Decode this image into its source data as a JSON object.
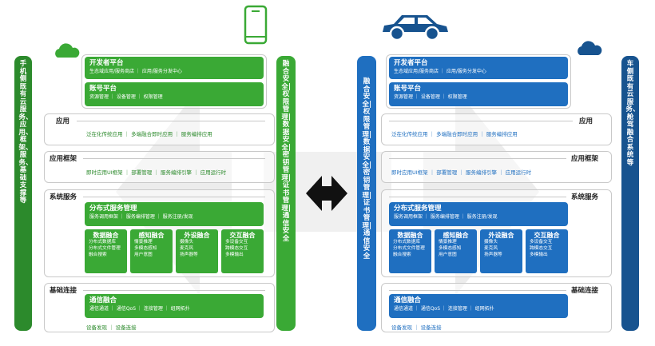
{
  "colors": {
    "green": "#3aa935",
    "blue": "#1f6fc0",
    "dark_green": "#2c8a2c",
    "dark_blue": "#17538f"
  },
  "left": {
    "side_label": "手机侧 既有云服务、应用、框架、服务、基础支撑等",
    "security_bar": "融合安全|权限管理|数据安全|密钥管理|证书管理|通信安全",
    "developer": {
      "title": "开发者平台",
      "sub": "生态域应用/服务商店 ｜ 应用/服务分发中心"
    },
    "account": {
      "title": "账号平台",
      "sub": "资源管理 ｜ 设备管理 ｜ 权限管理"
    },
    "app_title": "应用",
    "app_items": "泛在化传统应用 ｜ 多端融合即时应用 ｜ 服务编排应用",
    "framework_title": "应用框架",
    "framework_items": "即时应用UI框架 ｜ 部署管理 ｜ 服务编排引擎 ｜ 应用运行时",
    "system_title": "系统服务",
    "dist": {
      "title": "分布式服务管理",
      "sub": "服务调用框架 ｜ 服务编排管理 ｜ 服务注册/发现"
    },
    "subs": [
      {
        "title": "数据融合",
        "l1": "分布式数据库",
        "l2": "分布式文件管理",
        "l3": "融合搜索"
      },
      {
        "title": "感知融合",
        "l1": "情景推理",
        "l2": "多模态感知",
        "l3": "用户意图"
      },
      {
        "title": "外设融合",
        "l1": "摄像头",
        "l2": "麦克风",
        "l3": "扬声器等"
      },
      {
        "title": "交互融合",
        "l1": "多设备交互",
        "l2": "跨模态交互",
        "l3": "多模输出"
      }
    ],
    "basic_title": "基础连接",
    "comm": {
      "title": "通信融合",
      "sub": "通信通道 ｜ 通信QoS ｜ 连接管理 ｜ 组网拓扑"
    },
    "basic_items": "设备发现 ｜ 设备连接"
  },
  "right": {
    "side_label": "车侧 既有云服务、舱驾融合系统等",
    "security_bar": "融合安全|权限管理|数据安全|密钥管理|证书管理|通信安全",
    "developer": {
      "title": "开发者平台",
      "sub": "生态域应用/服务商店 ｜ 应用/服务分发中心"
    },
    "account": {
      "title": "账号平台",
      "sub": "资源管理 ｜ 设备管理 ｜ 权限管理"
    },
    "app_title": "应用",
    "app_items": "泛在化传统应用 ｜ 多端融合即时应用 ｜ 服务编排应用",
    "framework_title": "应用框架",
    "framework_items": "即时应用UI框架 ｜ 部署管理 ｜ 服务编排引擎 ｜ 应用运行时",
    "system_title": "系统服务",
    "dist": {
      "title": "分布式服务管理",
      "sub": "服务调用框架 ｜ 服务编排管理 ｜ 服务注册/发现"
    },
    "subs": [
      {
        "title": "数据融合",
        "l1": "分布式数据库",
        "l2": "分布式文件管理",
        "l3": "融合搜索"
      },
      {
        "title": "感知融合",
        "l1": "情景推理",
        "l2": "多模态感知",
        "l3": "用户意图"
      },
      {
        "title": "外设融合",
        "l1": "摄像头",
        "l2": "麦克风",
        "l3": "扬声器等"
      },
      {
        "title": "交互融合",
        "l1": "多设备交互",
        "l2": "跨模态交互",
        "l3": "多模输出"
      }
    ],
    "basic_title": "基础连接",
    "comm": {
      "title": "通信融合",
      "sub": "通信通道 ｜ 通信QoS ｜ 连接管理 ｜ 组网拓扑"
    },
    "basic_items": "设备发现 ｜ 设备连接"
  },
  "icons": [
    "phone-icon",
    "car-icon",
    "cloud-icon",
    "key-icon",
    "bidirectional-arrow-icon"
  ]
}
